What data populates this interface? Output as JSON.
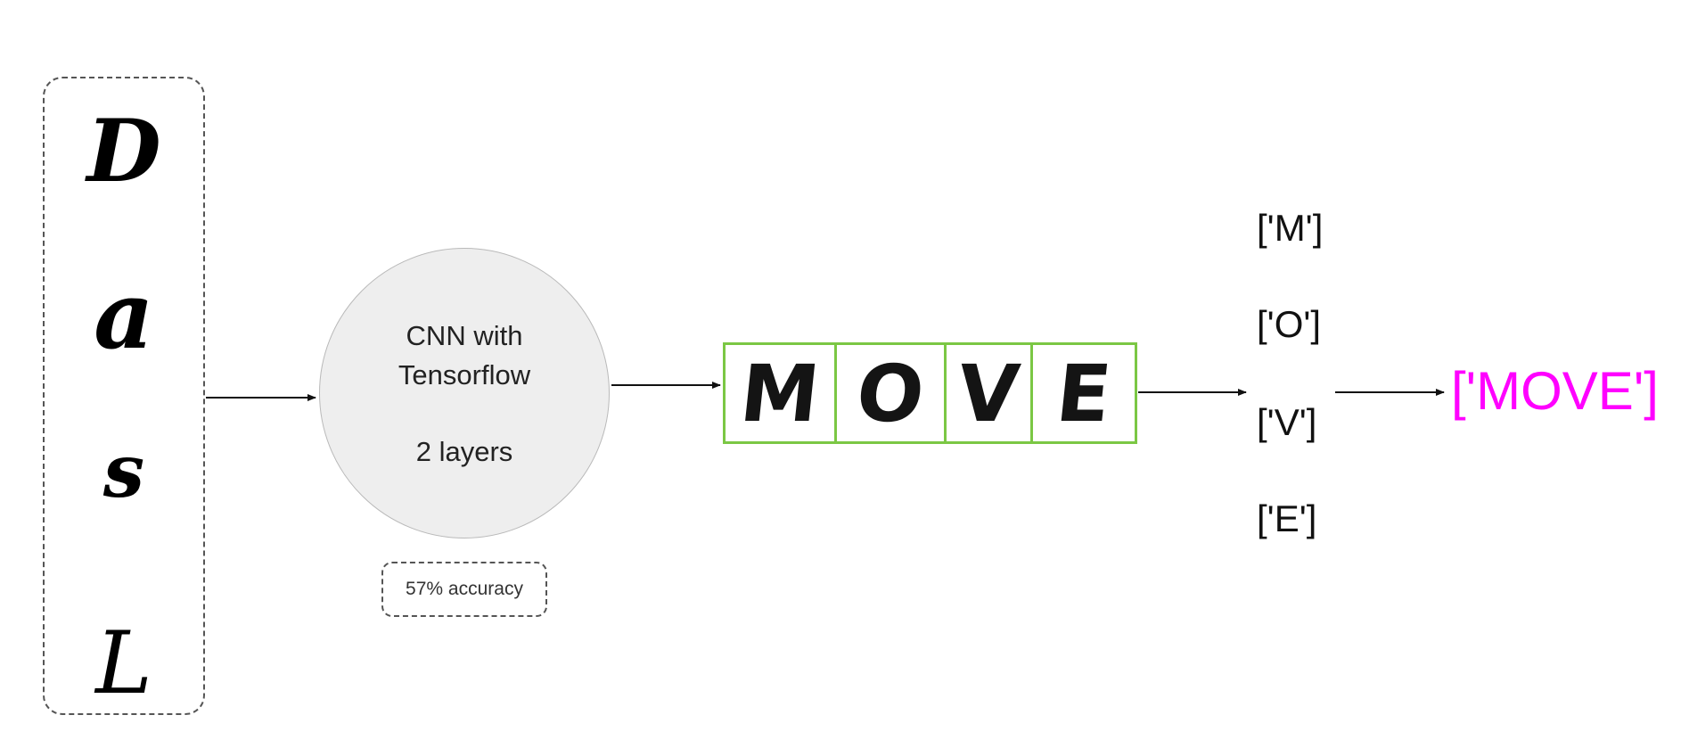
{
  "input_samples": {
    "glyphs": [
      "D",
      "a",
      "s",
      "L"
    ]
  },
  "cnn_node": {
    "line1": "CNN with",
    "line2": "Tensorflow",
    "line3": "2 layers"
  },
  "accuracy_badge": {
    "label": "57% accuracy"
  },
  "segmented_word": {
    "letters": [
      "M",
      "O",
      "V",
      "E"
    ],
    "border_color": "#7bc744"
  },
  "predictions": [
    "['M']",
    "['O']",
    "['V']",
    "['E']"
  ],
  "final_output": {
    "text": "['MOVE']",
    "color": "#ff00ff"
  }
}
